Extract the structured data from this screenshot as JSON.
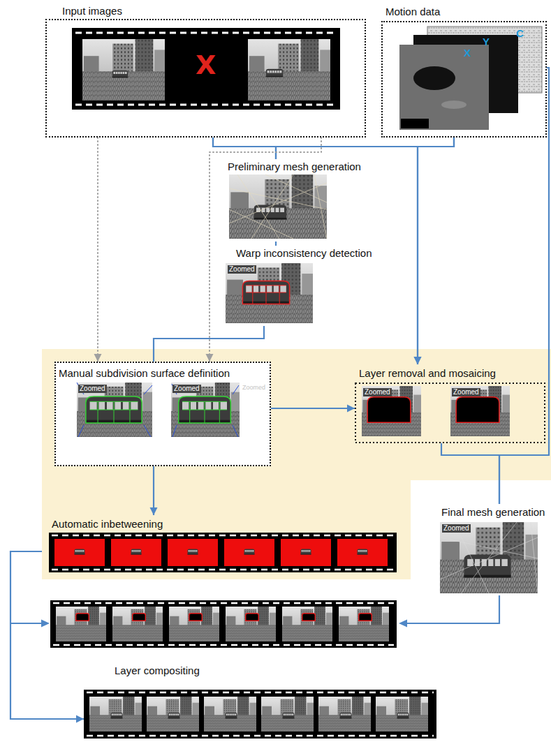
{
  "diagram": {
    "nodes": [
      {
        "text": [
          "Input images"
        ]
      },
      {
        "text": [
          "Motion data"
        ]
      },
      {
        "text": [
          "Preliminary mesh generation"
        ]
      },
      {
        "text": [
          "Warp inconsistency detection"
        ]
      },
      {
        "text": [
          "Manual subdivision surface definition"
        ]
      },
      {
        "text": [
          "Layer removal and mosaicing"
        ]
      },
      {
        "text": [
          "Automatic inbetweening"
        ]
      },
      {
        "text": [
          "Final mesh generation"
        ]
      },
      {
        "text": [
          "Layer compositing"
        ]
      }
    ],
    "edges": [
      {
        "from": 0,
        "to": 2,
        "arrow": "none"
      },
      {
        "from": 1,
        "to": 2,
        "arrow": "none"
      },
      {
        "from": 0,
        "to": 5,
        "arrow": "to"
      },
      {
        "from": 1,
        "to": 5,
        "arrow": "to"
      },
      {
        "from": 0,
        "to": 4,
        "arrow": "to"
      },
      {
        "from": 0,
        "to": 4,
        "arrow": "to"
      },
      {
        "from": 2,
        "to": 3,
        "arrow": "none"
      },
      {
        "from": 3,
        "to": 4,
        "arrow": "none"
      },
      {
        "from": 4,
        "to": 5,
        "arrow": "to"
      },
      {
        "from": 4,
        "to": 6,
        "arrow": "to"
      },
      {
        "from": 5,
        "to": 7,
        "arrow": "none"
      },
      {
        "from": 1,
        "to": 7,
        "arrow": "none"
      },
      {
        "from": 6,
        "to": 8,
        "arrow": "to"
      }
    ],
    "labels": [
      "X",
      "X",
      "Y",
      "C",
      "Zoomed",
      "Zoomed",
      "Zoomed",
      "Zoomed",
      "Zoomed",
      "Zoomed",
      "Zoomed"
    ]
  }
}
